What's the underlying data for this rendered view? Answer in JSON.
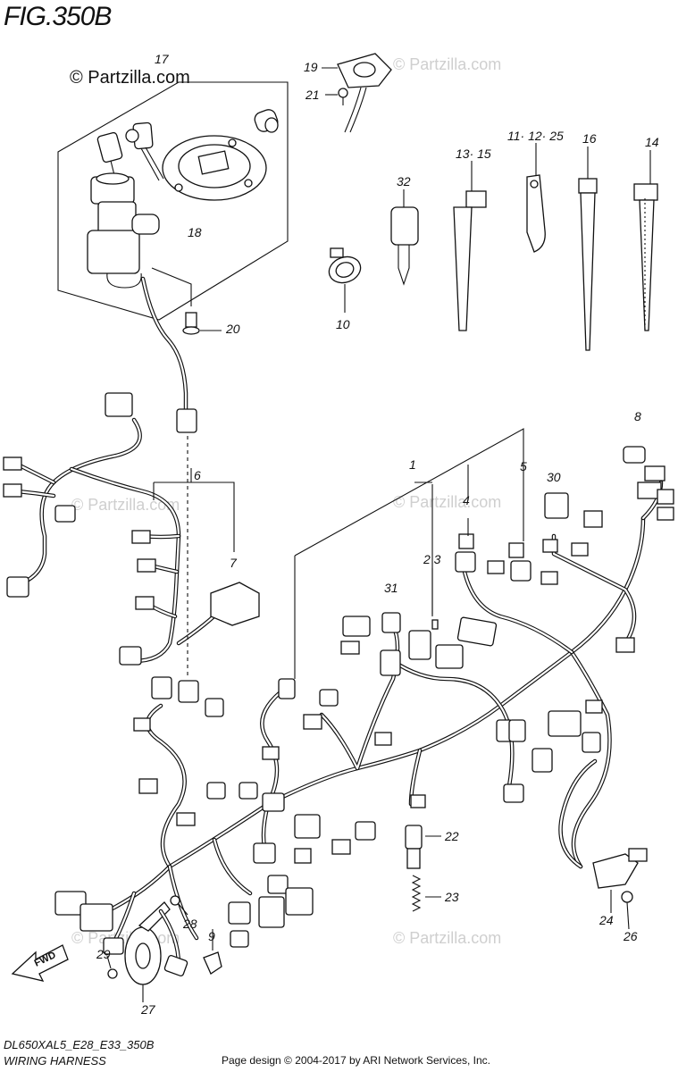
{
  "figure": {
    "title": "FIG.350B",
    "watermark": "© Partzilla.com",
    "watermark_faint": "© Partzilla.com",
    "model_code": "DL650XAL5_E28_E33_350B",
    "section_name": "WIRING HARNESS",
    "copyright": "Page design © 2004-2017 by ARI Network Services, Inc.",
    "fwd_label": "FWD"
  },
  "callouts": {
    "c1": "1",
    "c2_3": "2  3",
    "c4": "4",
    "c5": "5",
    "c6": "6",
    "c7": "7",
    "c8": "8",
    "c9": "9",
    "c10": "10",
    "c11_12_25": "11· 12· 25",
    "c13_15": "13· 15",
    "c14": "14",
    "c16": "16",
    "c17": "17",
    "c18": "18",
    "c19": "19",
    "c20": "20",
    "c21": "21",
    "c22": "22",
    "c23": "23",
    "c24": "24",
    "c26": "26",
    "c27": "27",
    "c28": "28",
    "c29": "29",
    "c30": "30",
    "c31": "31",
    "c32": "32"
  }
}
